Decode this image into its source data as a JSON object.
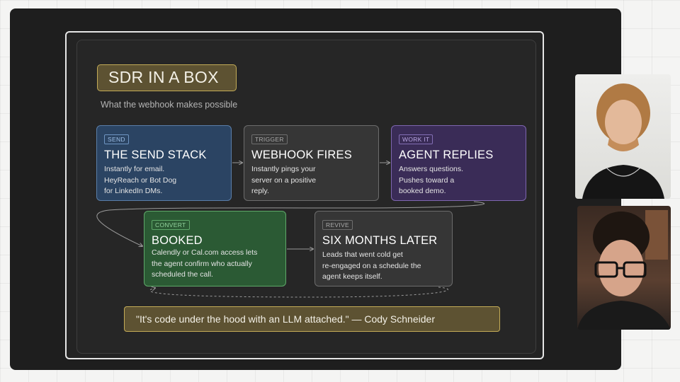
{
  "slide": {
    "title": "SDR IN A BOX",
    "subtitle": "What the webhook makes possible",
    "cards": [
      {
        "tag": "SEND",
        "heading": "THE SEND STACK",
        "lines": [
          "Instantly for email.",
          "HeyReach or Bot Dog",
          "for LinkedIn DMs."
        ]
      },
      {
        "tag": "TRIGGER",
        "heading": "WEBHOOK FIRES",
        "lines": [
          "Instantly pings your",
          "server on a positive",
          "reply."
        ]
      },
      {
        "tag": "WORK IT",
        "heading": "AGENT REPLIES",
        "lines": [
          "Answers questions.",
          "Pushes toward a",
          "booked demo."
        ]
      },
      {
        "tag": "CONVERT",
        "heading": "BOOKED",
        "lines": [
          "Calendly or Cal.com access lets",
          "the agent confirm who actually",
          "scheduled the call."
        ]
      },
      {
        "tag": "REVIVE",
        "heading": "SIX MONTHS LATER",
        "lines": [
          "Leads that went cold get",
          "re-engaged on a schedule the",
          "agent keeps itself."
        ]
      }
    ],
    "quote": "\"It's code under the hood with an LLM attached.\" — Cody Schneider"
  },
  "colors": {
    "gold": "#c4ac57",
    "send": "#2b4463",
    "trigger": "#363636",
    "work": "#3a2c57",
    "convert": "#2b5a34",
    "revive": "#363636"
  },
  "participants": [
    "video-tile-1",
    "video-tile-2"
  ]
}
